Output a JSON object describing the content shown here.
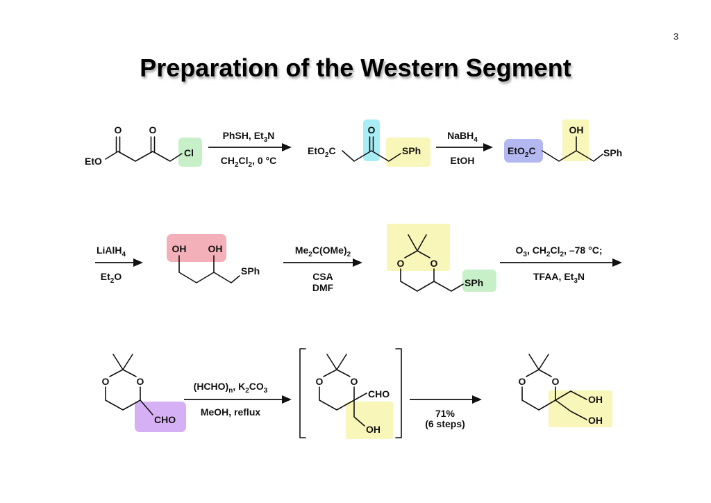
{
  "page_number": "3",
  "title": "Preparation of the Western Segment",
  "highlight_colors": {
    "green": "#c8f0c8",
    "cyan": "#a8ecf4",
    "yellow": "#f8f6b8",
    "blue": "#b4b8f0",
    "pink": "#f4b0b8",
    "purple": "#d6b0f4"
  },
  "steps": [
    {
      "above": [
        "PhSH, Et",
        "3",
        "N"
      ],
      "below": [
        "CH",
        "2",
        "Cl",
        "2",
        ", 0 °C"
      ]
    },
    {
      "above": [
        "NaBH",
        "4"
      ],
      "below": [
        "EtOH"
      ]
    },
    {
      "above": [
        "LiAlH",
        "4"
      ],
      "below": [
        "Et",
        "2",
        "O"
      ]
    },
    {
      "above": [
        "Me",
        "2",
        "C(OMe)",
        "2"
      ],
      "below": [
        "CSA"
      ],
      "below2": [
        "DMF"
      ]
    },
    {
      "above": [
        "O",
        "3",
        ", CH",
        "2",
        "Cl",
        "2",
        ", –78 °C;"
      ],
      "below": [
        "TFAA, Et",
        "3",
        "N"
      ]
    },
    {
      "above": [
        "(HCHO)",
        "n",
        ", K",
        "2",
        "CO",
        "3"
      ],
      "below": [
        "MeOH, reflux"
      ]
    },
    {
      "below": [
        "71%"
      ],
      "below2": [
        "(6 steps)"
      ]
    }
  ],
  "molecules": [
    {
      "atoms": [
        [
          "EtO"
        ],
        [
          "O"
        ],
        [
          "O"
        ],
        [
          "Cl"
        ]
      ]
    },
    {
      "atoms": [
        [
          "EtO",
          "2",
          "C"
        ],
        [
          "O"
        ],
        [
          "SPh"
        ]
      ]
    },
    {
      "atoms": [
        [
          "EtO",
          "2",
          "C"
        ],
        [
          "OH"
        ],
        [
          "SPh"
        ]
      ]
    },
    {
      "atoms": [
        [
          "OH"
        ],
        [
          "OH"
        ],
        [
          "SPh"
        ]
      ]
    },
    {
      "atoms": [
        [
          "O"
        ],
        [
          "O"
        ],
        [
          "SPh"
        ]
      ]
    },
    {
      "atoms": [
        [
          "O"
        ],
        [
          "O"
        ],
        [
          "CHO"
        ]
      ]
    },
    {
      "atoms": [
        [
          "O"
        ],
        [
          "O"
        ],
        [
          "CHO"
        ],
        [
          "OH"
        ]
      ]
    },
    {
      "atoms": [
        [
          "O"
        ],
        [
          "O"
        ],
        [
          "OH"
        ],
        [
          "OH"
        ]
      ]
    }
  ]
}
